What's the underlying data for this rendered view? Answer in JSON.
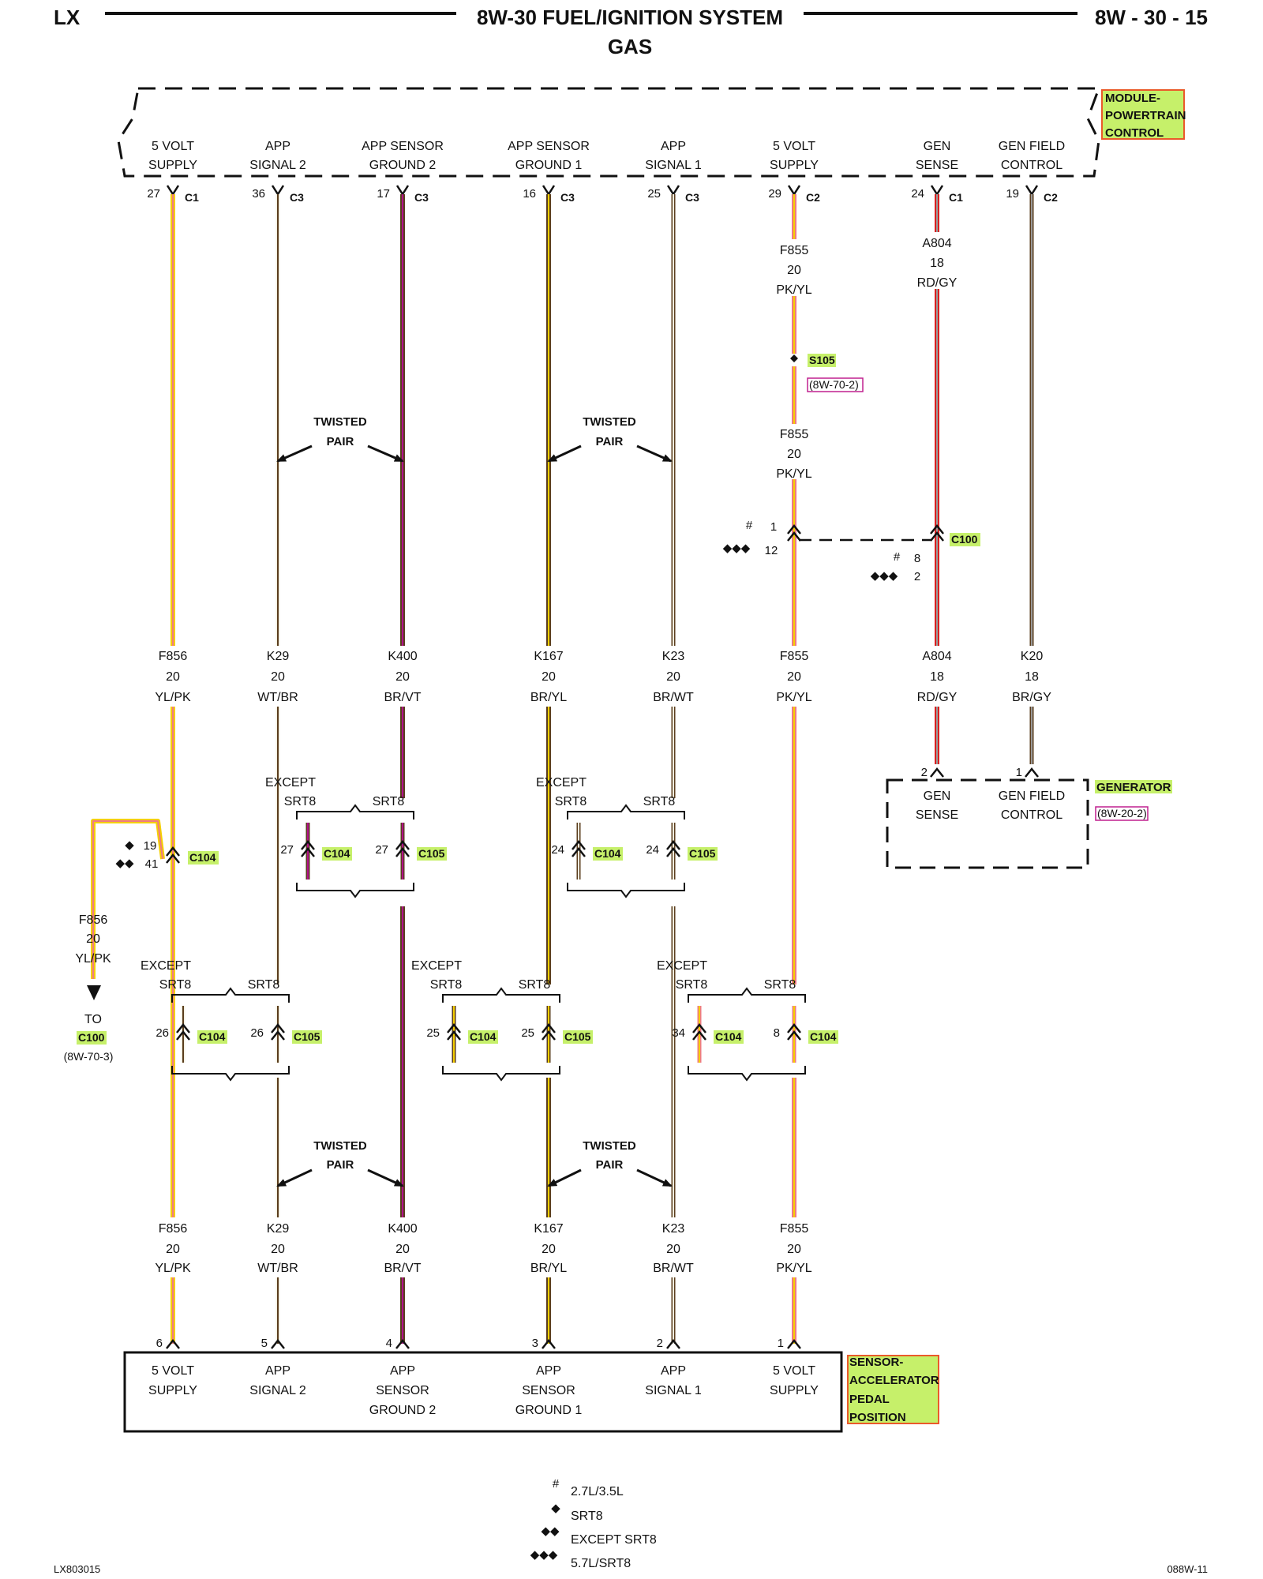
{
  "header": {
    "left": "LX",
    "title": "8W-30 FUEL/IGNITION SYSTEM",
    "subtitle": "GAS",
    "page": "8W - 30 - 15"
  },
  "colors": {
    "YL": "#f4cf00",
    "PK": "#ee7a86",
    "WT": "#f2efe0",
    "BR": "#5a3d1d",
    "VT": "#b0108c",
    "RD": "#d81f1f",
    "GY": "#9a9a9a",
    "label_bg": "#c6f06a",
    "label_border": "#ea5a2a",
    "ref_border": "#c0208f"
  },
  "pcm": {
    "name_lines": [
      "MODULE-",
      "POWERTRAIN",
      "CONTROL"
    ],
    "pins": [
      {
        "func": [
          "5 VOLT",
          "SUPPLY"
        ],
        "pin": "27",
        "conn": "C1"
      },
      {
        "func": [
          "APP",
          "SIGNAL 2"
        ],
        "pin": "36",
        "conn": "C3"
      },
      {
        "func": [
          "APP SENSOR",
          "GROUND 2"
        ],
        "pin": "17",
        "conn": "C3"
      },
      {
        "func": [
          "APP SENSOR",
          "GROUND 1"
        ],
        "pin": "16",
        "conn": "C3"
      },
      {
        "func": [
          "APP",
          "SIGNAL 1"
        ],
        "pin": "25",
        "conn": "C3"
      },
      {
        "func": [
          "5 VOLT",
          "SUPPLY"
        ],
        "pin": "29",
        "conn": "C2"
      },
      {
        "func": [
          "GEN",
          "SENSE"
        ],
        "pin": "24",
        "conn": "C1"
      },
      {
        "func": [
          "GEN FIELD",
          "CONTROL"
        ],
        "pin": "19",
        "conn": "C2"
      }
    ]
  },
  "wires": {
    "upper": [
      {
        "circuit": "F856",
        "gauge": "20",
        "color": "YL/PK"
      },
      {
        "circuit": "K29",
        "gauge": "20",
        "color": "WT/BR"
      },
      {
        "circuit": "K400",
        "gauge": "20",
        "color": "BR/VT"
      },
      {
        "circuit": "K167",
        "gauge": "20",
        "color": "BR/YL"
      },
      {
        "circuit": "K23",
        "gauge": "20",
        "color": "BR/WT"
      },
      {
        "circuit": "F855",
        "gauge": "20",
        "color": "PK/YL"
      },
      {
        "circuit": "A804",
        "gauge": "18",
        "color": "RD/GY"
      },
      {
        "circuit": "K20",
        "gauge": "18",
        "color": "BR/GY"
      }
    ],
    "lower": [
      {
        "circuit": "F856",
        "gauge": "20",
        "color": "YL/PK"
      },
      {
        "circuit": "K29",
        "gauge": "20",
        "color": "WT/BR"
      },
      {
        "circuit": "K400",
        "gauge": "20",
        "color": "BR/VT"
      },
      {
        "circuit": "K167",
        "gauge": "20",
        "color": "BR/YL"
      },
      {
        "circuit": "K23",
        "gauge": "20",
        "color": "BR/WT"
      },
      {
        "circuit": "F855",
        "gauge": "20",
        "color": "PK/YL"
      }
    ],
    "f855_top1": {
      "circuit": "F855",
      "gauge": "20",
      "color": "PK/YL"
    },
    "f855_top2": {
      "circuit": "F855",
      "gauge": "20",
      "color": "PK/YL"
    },
    "a804_top": {
      "circuit": "A804",
      "gauge": "18",
      "color": "RD/GY"
    },
    "f856_branch": {
      "circuit": "F856",
      "gauge": "20",
      "color": "YL/PK"
    }
  },
  "splice": {
    "name": "S105",
    "ref": "(8W-70-2)"
  },
  "c100_inline": {
    "name": "C100",
    "left_pins": [
      {
        "sym": "#",
        "pin": "1"
      },
      {
        "sym": "◆◆◆",
        "pin": "12"
      }
    ],
    "right_pins": [
      {
        "sym": "#",
        "pin": "8"
      },
      {
        "sym": "◆◆◆",
        "pin": "2"
      }
    ]
  },
  "twisted_pair": [
    "TWISTED",
    "PAIR"
  ],
  "except": {
    "line1": "EXCEPT",
    "line2": "SRT8",
    "alt": "SRT8"
  },
  "c104_branch": {
    "pins": [
      {
        "sym": "◆",
        "pin": "19"
      },
      {
        "sym": "◆◆",
        "pin": "41"
      }
    ],
    "conn": "C104"
  },
  "to_c100": {
    "to": "TO",
    "conn": "C100",
    "ref": "(8W-70-3)"
  },
  "inline_connectors": {
    "upper_k400": {
      "left_pin": "27",
      "left_conn": "C104",
      "right_pin": "27",
      "right_conn": "C105"
    },
    "upper_k23": {
      "left_pin": "24",
      "left_conn": "C104",
      "right_pin": "24",
      "right_conn": "C105"
    },
    "lower_k29": {
      "left_pin": "26",
      "left_conn": "C104",
      "right_pin": "26",
      "right_conn": "C105"
    },
    "lower_k167": {
      "left_pin": "25",
      "left_conn": "C104",
      "right_pin": "25",
      "right_conn": "C105"
    },
    "lower_f855": {
      "left_pin": "34",
      "left_conn": "C104",
      "right_pin": "8",
      "right_conn": "C104"
    }
  },
  "generator": {
    "name": "GENERATOR",
    "ref": "(8W-20-2)",
    "pins": [
      {
        "pin": "2",
        "func": [
          "GEN",
          "SENSE"
        ]
      },
      {
        "pin": "1",
        "func": [
          "GEN FIELD",
          "CONTROL"
        ]
      }
    ]
  },
  "sensor": {
    "name_lines": [
      "SENSOR-",
      "ACCELERATOR",
      "PEDAL",
      "POSITION"
    ],
    "pins": [
      {
        "pin": "6",
        "func": [
          "5 VOLT",
          "SUPPLY"
        ]
      },
      {
        "pin": "5",
        "func": [
          "APP",
          "SIGNAL 2"
        ]
      },
      {
        "pin": "4",
        "func": [
          "APP",
          "SENSOR",
          "GROUND 2"
        ]
      },
      {
        "pin": "3",
        "func": [
          "APP",
          "SENSOR",
          "GROUND 1"
        ]
      },
      {
        "pin": "2",
        "func": [
          "APP",
          "SIGNAL 1"
        ]
      },
      {
        "pin": "1",
        "func": [
          "5 VOLT",
          "SUPPLY"
        ]
      }
    ]
  },
  "legend": [
    {
      "sym": "#",
      "text": "2.7L/3.5L"
    },
    {
      "sym": "◆",
      "text": "SRT8"
    },
    {
      "sym": "◆◆",
      "text": "EXCEPT SRT8"
    },
    {
      "sym": "◆◆◆",
      "text": "5.7L/SRT8"
    }
  ],
  "footer": {
    "left": "LX803015",
    "right": "088W-11"
  }
}
